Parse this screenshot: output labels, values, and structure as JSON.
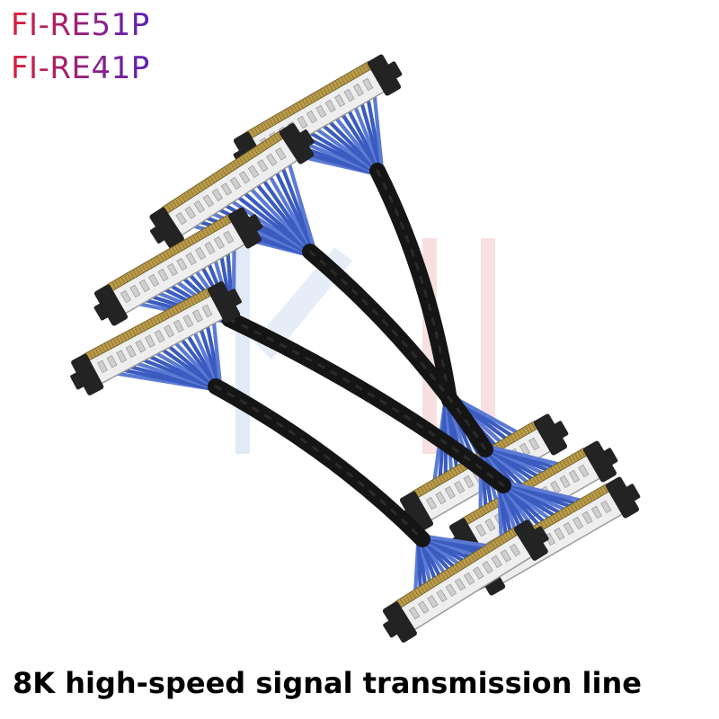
{
  "titles": [
    "FI-RE51P",
    "FI-RE41P"
  ],
  "caption": "8K high-speed signal transmission line",
  "colors": {
    "title_start": "#d8203a",
    "title_end": "#5b1fb8",
    "caption": "#000000",
    "wire_blue": "#3a5bbf",
    "cable_black": "#151515",
    "connector_white": "#eeeeee",
    "connector_black": "#232323",
    "pin_gold": "#b99b4a",
    "watermark_blue": "#c8d8f0",
    "watermark_red": "#f4cccc"
  },
  "image": {
    "subject": "cable-assembly",
    "cable_count": 4
  }
}
